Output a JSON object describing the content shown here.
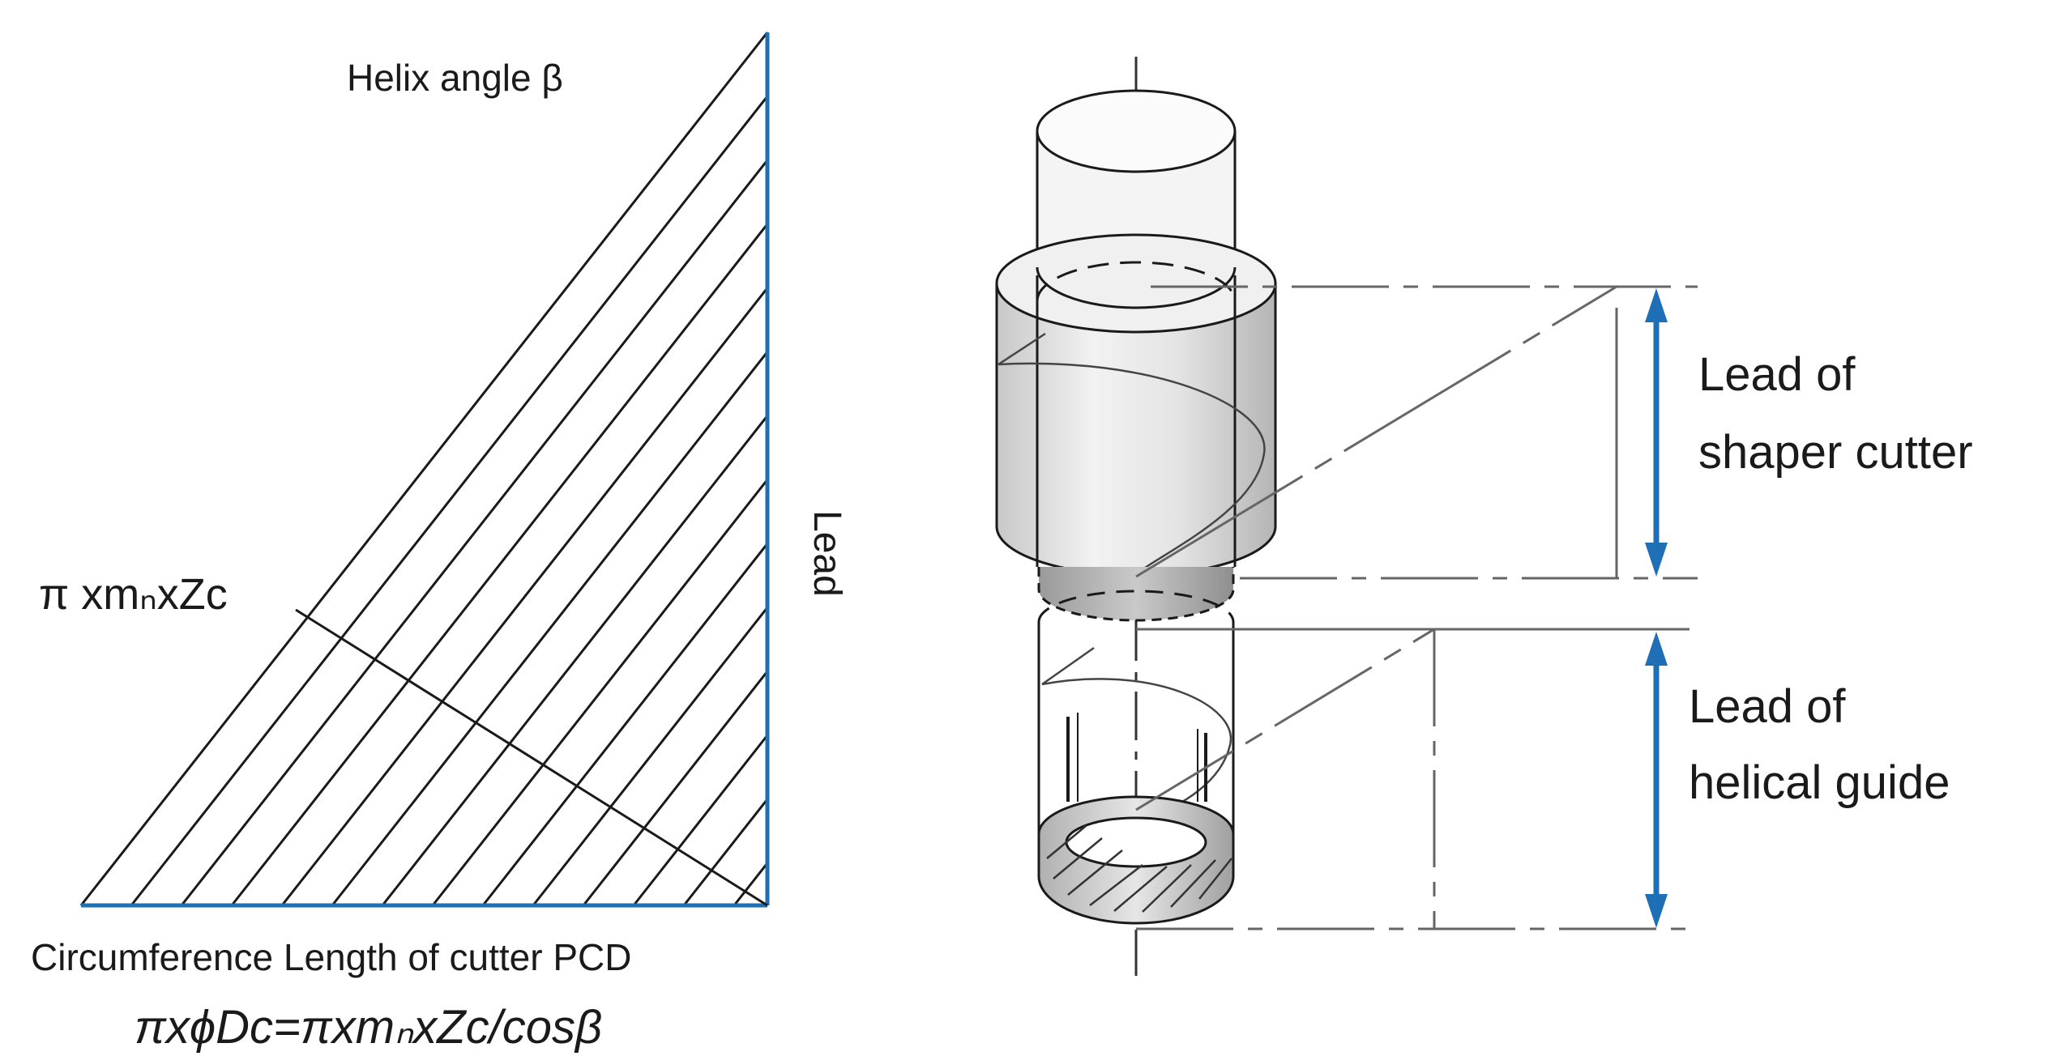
{
  "left_diagram": {
    "helix_angle_label": "Helix angle β",
    "lead_label": "Lead",
    "normal_pitch_label": "π xmₙxZc",
    "circumference_label": "Circumference Length of cutter PCD",
    "formula": "πxϕDc=πxmₙxZc/cosβ"
  },
  "right_diagram": {
    "shaper_lead_label_line1": "Lead of",
    "shaper_lead_label_line2": "shaper cutter",
    "guide_lead_label_line1": "Lead of",
    "guide_lead_label_line2": "helical guide"
  },
  "colors": {
    "accent_blue": "#1f6fb6",
    "line_dark": "#1a1a1a",
    "line_gray": "#666666",
    "cylinder_shadow": "#bfbfbf",
    "cylinder_dark": "#a6a6a6"
  }
}
